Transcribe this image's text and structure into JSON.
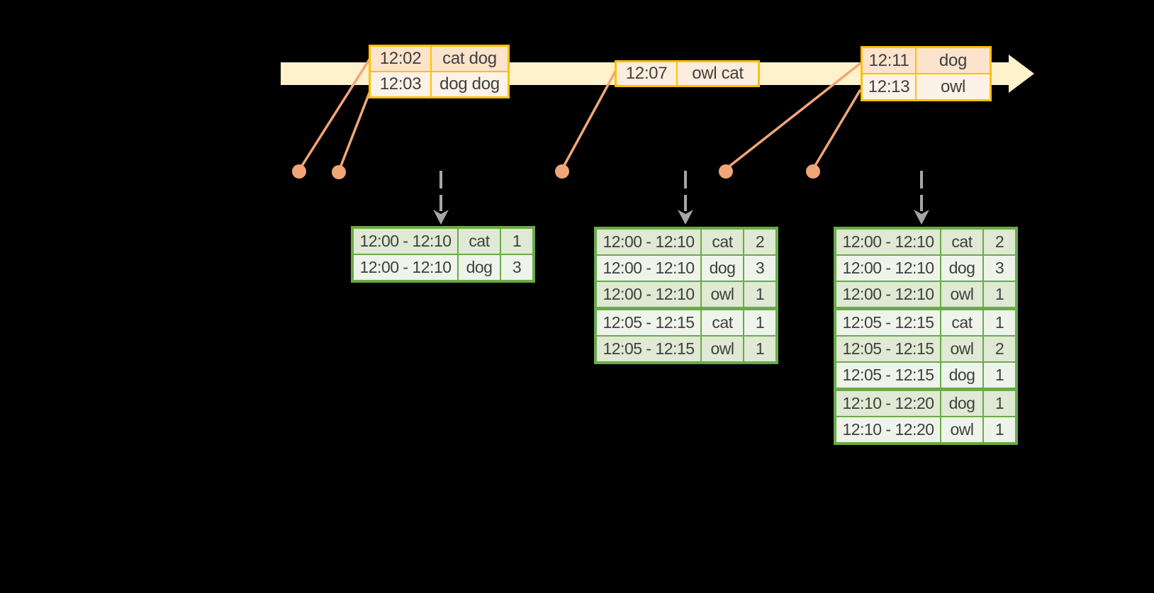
{
  "diagram": {
    "kind": "streaming-windowed-word-count",
    "event_tables": [
      {
        "rows": [
          {
            "time": "12:02",
            "words": "cat dog",
            "tone": "dark"
          },
          {
            "time": "12:03",
            "words": "dog dog",
            "tone": "light"
          }
        ]
      },
      {
        "rows": [
          {
            "time": "12:07",
            "words": "owl cat",
            "tone": "mid"
          }
        ]
      },
      {
        "rows": [
          {
            "time": "12:11",
            "words": "dog",
            "tone": "dark"
          },
          {
            "time": "12:13",
            "words": "owl",
            "tone": "light"
          }
        ]
      }
    ],
    "result_tables": [
      {
        "rows": [
          {
            "window": "12:00 - 12:10",
            "word": "cat",
            "count": "1"
          },
          {
            "window": "12:00 - 12:10",
            "word": "dog",
            "count": "3"
          }
        ]
      },
      {
        "rows": [
          {
            "window": "12:00 - 12:10",
            "word": "cat",
            "count": "2"
          },
          {
            "window": "12:00 - 12:10",
            "word": "dog",
            "count": "3"
          },
          {
            "window": "12:00 - 12:10",
            "word": "owl",
            "count": "1"
          },
          {
            "window": "12:05 - 12:15",
            "word": "cat",
            "count": "1"
          },
          {
            "window": "12:05 - 12:15",
            "word": "owl",
            "count": "1"
          }
        ]
      },
      {
        "rows": [
          {
            "window": "12:00 - 12:10",
            "word": "cat",
            "count": "2"
          },
          {
            "window": "12:00 - 12:10",
            "word": "dog",
            "count": "3"
          },
          {
            "window": "12:00 - 12:10",
            "word": "owl",
            "count": "1"
          },
          {
            "window": "12:05 - 12:15",
            "word": "cat",
            "count": "1"
          },
          {
            "window": "12:05 - 12:15",
            "word": "owl",
            "count": "2"
          },
          {
            "window": "12:05 - 12:15",
            "word": "dog",
            "count": "1"
          },
          {
            "window": "12:10 - 12:20",
            "word": "dog",
            "count": "1"
          },
          {
            "window": "12:10 - 12:20",
            "word": "owl",
            "count": "1"
          }
        ]
      }
    ]
  },
  "colors": {
    "background": "#000000",
    "timeline_fill": "#fdf2cc",
    "event_border": "#ffc000",
    "event_row_dark": "#fbe3cc",
    "event_row_mid": "#fceede",
    "event_row_light": "#fdf2e7",
    "connector": "#f1a678",
    "trigger_arrow": "#a6a6a6",
    "result_border": "#6aab48",
    "result_row_dark": "#dfe9d3",
    "result_row_light": "#eff4ea",
    "text": "#3f3f3f"
  }
}
